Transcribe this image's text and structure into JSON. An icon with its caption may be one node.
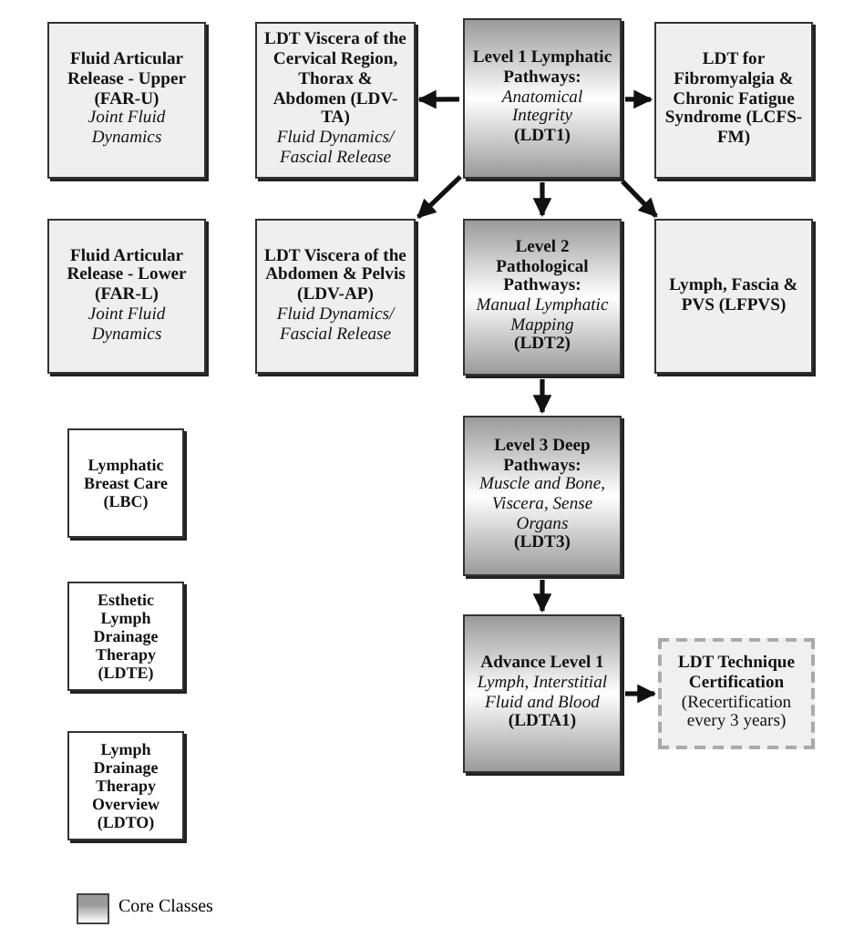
{
  "diagram": {
    "nodes": [
      {
        "text": [
          "Fluid Articular Release - Upper (FAR-U)",
          "Joint Fluid Dynamics"
        ]
      },
      {
        "text": [
          "LDT Viscera of the Cervical Region, Thorax & Abdomen (LDV-TA)",
          "Fluid Dynamics/ Fascial Release"
        ]
      },
      {
        "text": [
          "Level 1 Lymphatic Pathways:",
          "Anatomical Integrity",
          "(LDT1)"
        ]
      },
      {
        "text": [
          "LDT for Fibromyalgia & Chronic Fatigue Syndrome (LCFS-FM)"
        ]
      },
      {
        "text": [
          "Fluid Articular Release - Lower (FAR-L)",
          "Joint Fluid Dynamics"
        ]
      },
      {
        "text": [
          "LDT Viscera of the Abdomen & Pelvis (LDV-AP)",
          "Fluid Dynamics/ Fascial Release"
        ]
      },
      {
        "text": [
          "Level 2 Pathological Pathways:",
          "Manual Lymphatic Mapping",
          "(LDT2)"
        ]
      },
      {
        "text": [
          "Lymph, Fascia & PVS (LFPVS)"
        ]
      },
      {
        "text": [
          "Level 3 Deep Pathways:",
          "Muscle and Bone, Viscera, Sense Organs",
          "(LDT3)"
        ]
      },
      {
        "text": [
          "Lymphatic Breast Care (LBC)"
        ]
      },
      {
        "text": [
          "Esthetic Lymph Drainage Therapy (LDTE)"
        ]
      },
      {
        "text": [
          "Advance Level 1",
          "Lymph, Interstitial Fluid and Blood",
          "(LDTA1)"
        ]
      },
      {
        "text": [
          "LDT Technique Certification",
          "(Recertification every 3 years)"
        ]
      },
      {
        "text": [
          "Lymph Drainage Therapy Overview (LDTO)"
        ]
      }
    ],
    "edges": [
      {
        "from": 2,
        "to": 1,
        "arrow": "to"
      },
      {
        "from": 2,
        "to": 3,
        "arrow": "to"
      },
      {
        "from": 2,
        "to": 5,
        "arrow": "to"
      },
      {
        "from": 2,
        "to": 6,
        "arrow": "to"
      },
      {
        "from": 2,
        "to": 7,
        "arrow": "to"
      },
      {
        "from": 6,
        "to": 8,
        "arrow": "to"
      },
      {
        "from": 8,
        "to": 11,
        "arrow": "to"
      },
      {
        "from": 11,
        "to": 12,
        "arrow": "to"
      }
    ],
    "legend": [
      {
        "text": "Core Classes",
        "color": "#9a9a9a"
      }
    ]
  }
}
